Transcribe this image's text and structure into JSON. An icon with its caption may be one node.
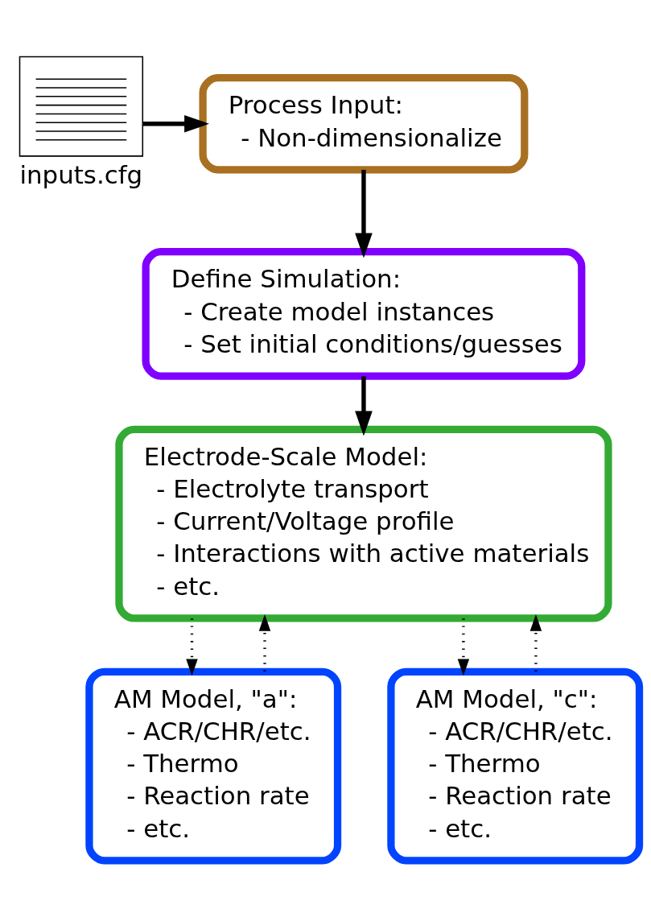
{
  "diagram": {
    "nodes": [
      {
        "text": [],
        "shape": "picture",
        "beside": [
          "inputs.cfg"
        ]
      },
      {
        "text": [
          "Process Input:",
          "- Non-dimensionalize"
        ]
      },
      {
        "text": [
          "Define Simulation:",
          "- Create model instances",
          "- Set initial conditions/guesses"
        ]
      },
      {
        "text": [
          "Electrode-Scale Model:",
          "- Electrolyte transport",
          "- Current/Voltage profile",
          "- Interactions with active materials",
          "- etc."
        ]
      },
      {
        "text": [
          "AM Model, \"a\":",
          "- ACR/CHR/etc.",
          "- Thermo",
          "- Reaction rate",
          "- etc."
        ]
      },
      {
        "text": [
          "AM Model, \"c\":",
          "- ACR/CHR/etc.",
          "- Thermo",
          "- Reaction rate",
          "- etc."
        ]
      }
    ],
    "edges": [
      {
        "from": 0,
        "to": 1,
        "arrow": "to"
      },
      {
        "from": 1,
        "to": 2,
        "arrow": "to"
      },
      {
        "from": 2,
        "to": 3,
        "arrow": "to"
      },
      {
        "from": 3,
        "to": 4,
        "arrow": "to",
        "style": "dashed"
      },
      {
        "from": 4,
        "to": 3,
        "arrow": "to",
        "style": "dashed"
      },
      {
        "from": 3,
        "to": 5,
        "arrow": "to",
        "style": "dashed"
      },
      {
        "from": 5,
        "to": 3,
        "arrow": "to",
        "style": "dashed"
      }
    ]
  }
}
